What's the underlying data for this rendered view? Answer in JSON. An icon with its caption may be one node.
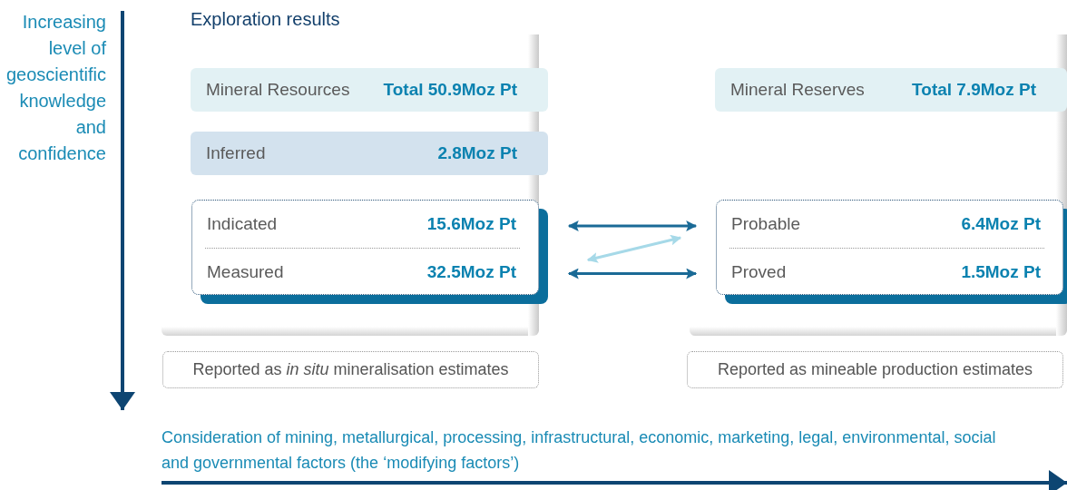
{
  "diagram": {
    "nodes": [
      {
        "text": [
          "Exploration results"
        ]
      },
      {
        "text": [
          "Mineral Resources",
          "Total 50.9Moz Pt"
        ],
        "in": 0
      },
      {
        "text": [
          "Inferred",
          "2.8Moz Pt"
        ],
        "in": 0
      },
      {
        "text": [],
        "shape": "box",
        "in": 0
      },
      {
        "text": [
          "Indicated",
          "15.6Moz Pt"
        ],
        "in": 3
      },
      {
        "text": [
          "Measured",
          "32.5Moz Pt"
        ],
        "in": 3
      },
      {
        "text": [
          "Reported as *in situ* mineralisation estimates"
        ]
      },
      {
        "text": [],
        "shape": "box"
      },
      {
        "text": [
          "Mineral Reserves",
          "Total 7.9Moz Pt"
        ],
        "in": 7
      },
      {
        "text": [],
        "shape": "box",
        "in": 7
      },
      {
        "text": [
          "Probable",
          "6.4Moz Pt"
        ],
        "in": 9
      },
      {
        "text": [
          "Proved",
          "1.5Moz Pt"
        ],
        "in": 9
      },
      {
        "text": [
          "Reported as mineable production estimates"
        ]
      }
    ],
    "edges": [
      {
        "from": 4,
        "to": 10,
        "arrow": "both"
      },
      {
        "from": 10,
        "to": 5,
        "arrow": "both",
        "color": "#a6d9e8"
      },
      {
        "from": 5,
        "to": 11,
        "arrow": "both"
      }
    ],
    "labels": [
      "Increasing level of geoscientific knowledge and confidence",
      "Consideration of mining, metallurgical, processing, infrastructural, economic, marketing, legal, environmental, social and governmental factors (the ‘modifying factors’)"
    ]
  }
}
